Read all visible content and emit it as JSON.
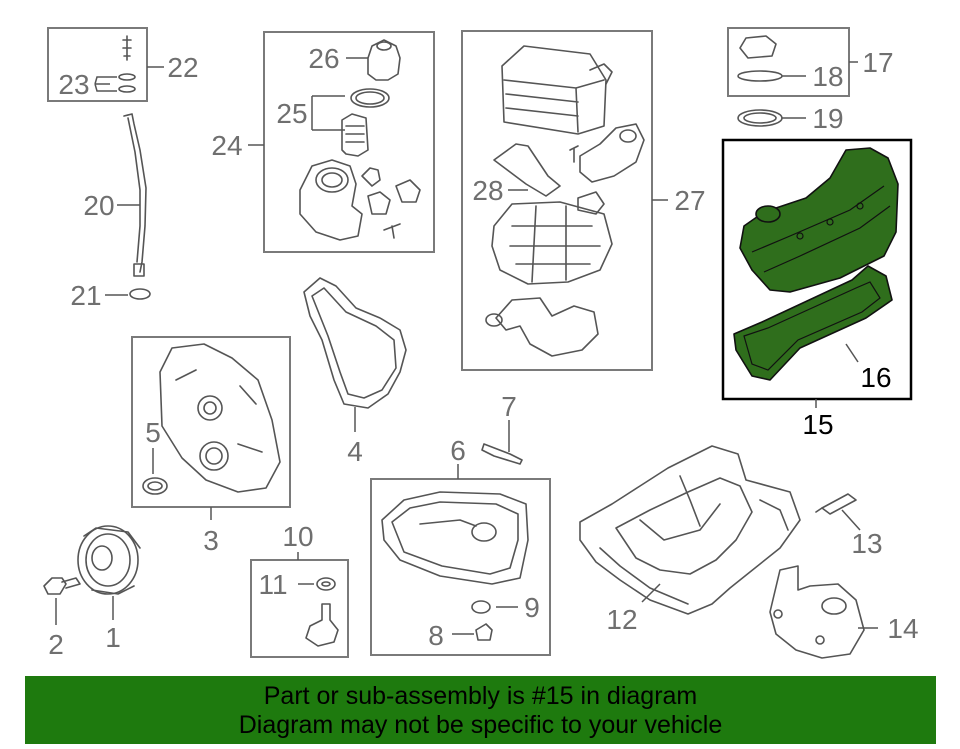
{
  "callouts": {
    "c1": "1",
    "c2": "2",
    "c3": "3",
    "c4": "4",
    "c5": "5",
    "c6": "6",
    "c7": "7",
    "c8": "8",
    "c9": "9",
    "c10": "10",
    "c11": "11",
    "c12": "12",
    "c13": "13",
    "c14": "14",
    "c15": "15",
    "c16": "16",
    "c17": "17",
    "c18": "18",
    "c19": "19",
    "c20": "20",
    "c21": "21",
    "c22": "22",
    "c23": "23",
    "c24": "24",
    "c25": "25",
    "c26": "26",
    "c27": "27",
    "c28": "28"
  },
  "highlight": {
    "part": "15",
    "color": "#2f6e1c"
  },
  "banner": {
    "line1": "Part or sub-assembly is #15 in diagram",
    "line2": "Diagram may not be specific to your vehicle",
    "color": "#1e7a0e"
  }
}
